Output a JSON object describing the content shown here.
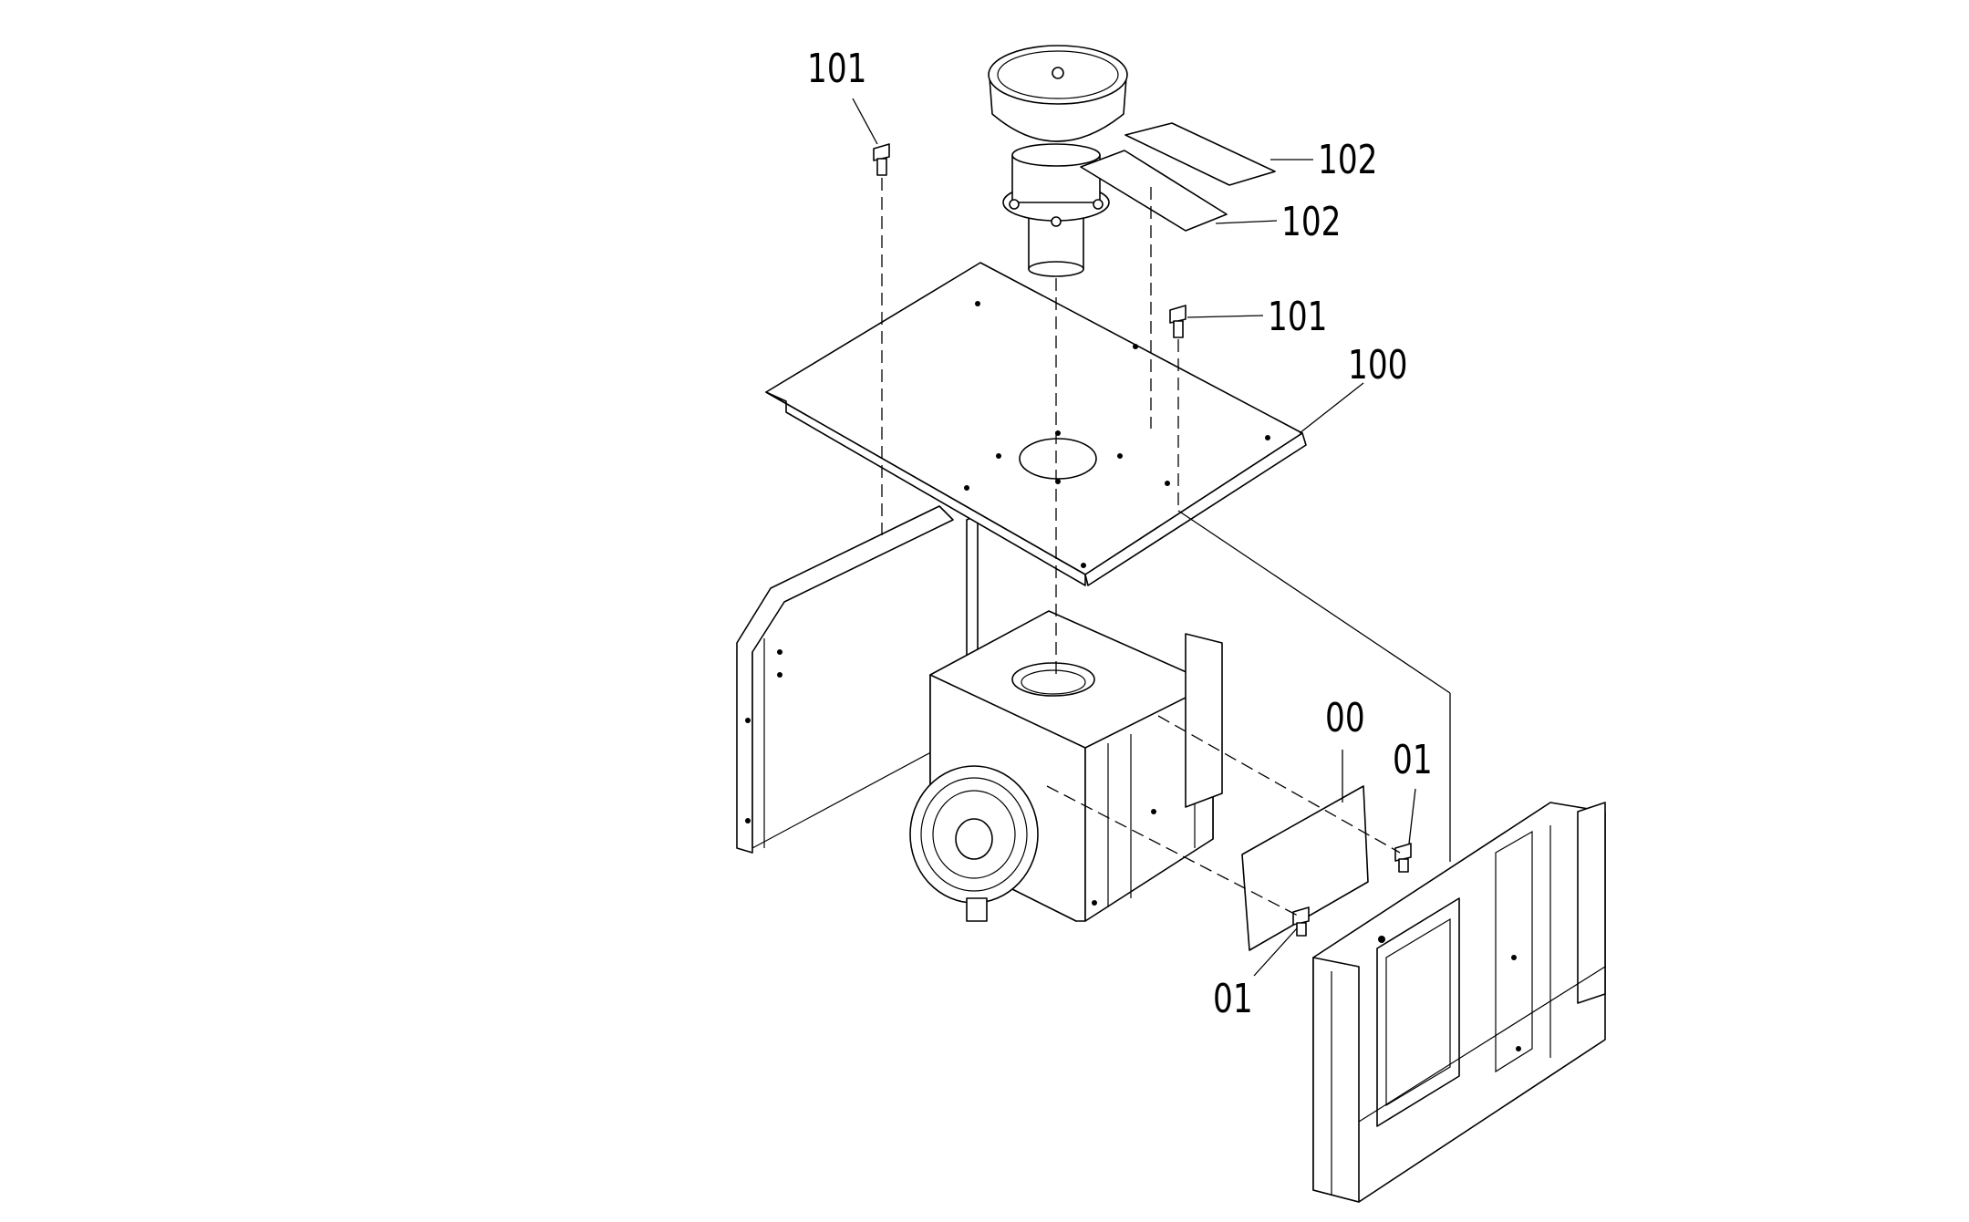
{
  "callouts": {
    "bolt_top_left": "101",
    "bolt_top_right": "101",
    "label_upper": "102",
    "label_lower": "102",
    "top_cover_plate": "100",
    "side_panel": "00",
    "bolt_right": "01",
    "bolt_left": "01"
  },
  "line_color": "#000000",
  "background_color": "#ffffff"
}
